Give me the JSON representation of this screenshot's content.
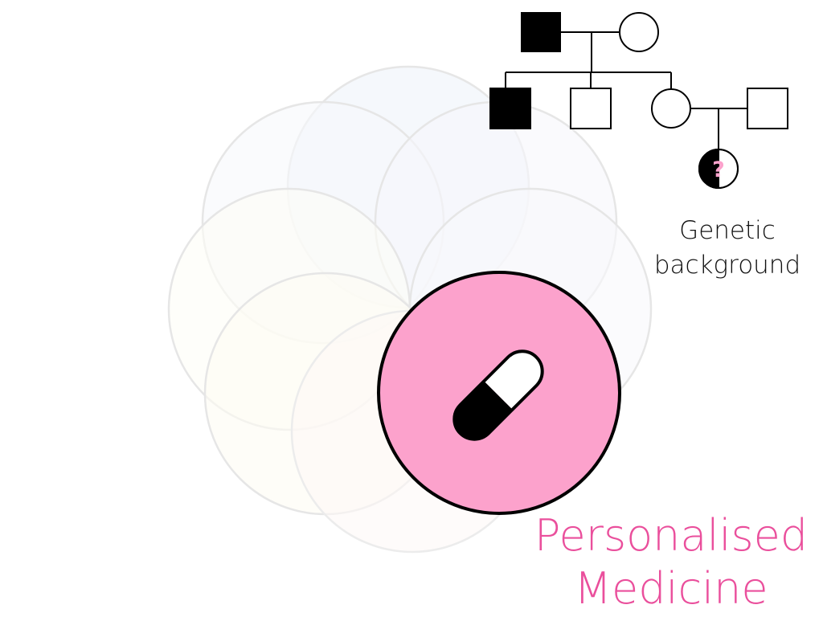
{
  "diagram": {
    "genetic_label": [
      "Genetic",
      "background"
    ],
    "pedigree": {
      "unknown_marker": "?",
      "individuals": [
        {
          "id": "grandfather",
          "shape": "square",
          "affected": true
        },
        {
          "id": "grandmother",
          "shape": "circle",
          "affected": false
        },
        {
          "id": "son-affected",
          "shape": "square",
          "affected": true
        },
        {
          "id": "son-unaffected",
          "shape": "square",
          "affected": false
        },
        {
          "id": "daughter",
          "shape": "circle",
          "affected": false
        },
        {
          "id": "son-in-law",
          "shape": "square",
          "affected": false
        },
        {
          "id": "granddaughter",
          "shape": "circle",
          "affected": "unknown"
        }
      ]
    },
    "title": [
      "Personalised",
      "Medicine"
    ],
    "colors": {
      "accent_pink": "#fca2cc",
      "title_pink": "#ea4f9c",
      "outline": "#000000",
      "faded_circle_stroke": "#e6e6e6",
      "faded_fills": [
        "#f3f7fb",
        "#f7f8fb",
        "#f7f6fb",
        "#fefdf6",
        "#fefcf4",
        "#fdf8f6",
        "#fbfaf6"
      ]
    }
  }
}
